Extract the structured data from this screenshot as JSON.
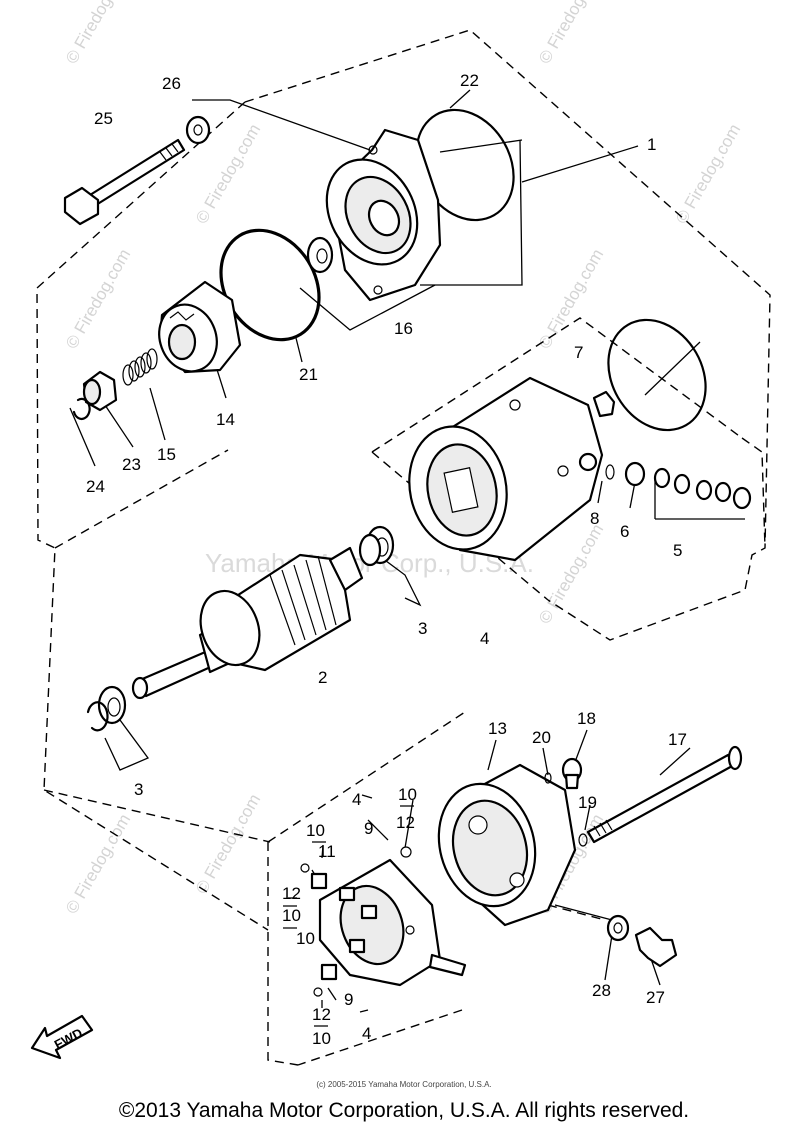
{
  "watermark": {
    "repeat_text": "© Firedog.com",
    "center_text": "Yamaha Motor Corp., U.S.A."
  },
  "callouts": {
    "p1": "1",
    "p2": "2",
    "p3a": "3",
    "p3b": "3",
    "p4a": "4",
    "p4b": "4",
    "p4c": "4",
    "p5": "5",
    "p6": "6",
    "p7": "7",
    "p8": "8",
    "p9a": "9",
    "p9b": "9",
    "p10a": "10",
    "p10b": "10",
    "p10c": "10",
    "p10d": "10",
    "p10e": "10",
    "p11": "11",
    "p12a": "12",
    "p12b": "12",
    "p12c": "12",
    "p13": "13",
    "p14": "14",
    "p15": "15",
    "p16": "16",
    "p17": "17",
    "p18": "18",
    "p19": "19",
    "p20": "20",
    "p21": "21",
    "p22": "22",
    "p23": "23",
    "p24": "24",
    "p25": "25",
    "p26": "26",
    "p27": "27",
    "p28": "28"
  },
  "fwd_label": "FWD",
  "footer": {
    "small_copyright": "(c) 2005-2015 Yamaha Motor Corporation, U.S.A.",
    "main_copyright": "©2013 Yamaha Motor Corporation, U.S.A. All rights reserved."
  }
}
